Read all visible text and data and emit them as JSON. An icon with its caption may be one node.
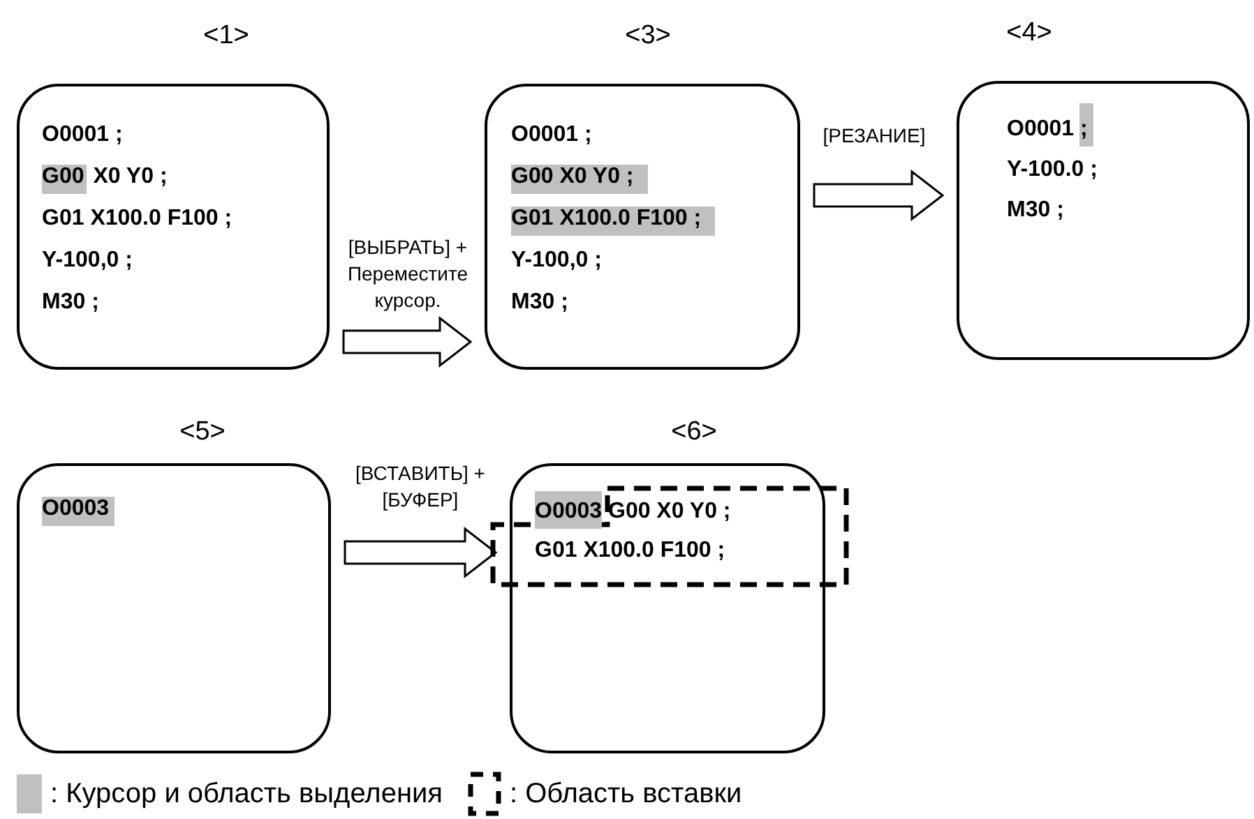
{
  "diagram": {
    "nodes": [
      {
        "text": [
          "<1>",
          "O0001 ;",
          "G00 X0 Y0 ;",
          "G01 X100.0 F100 ;",
          "Y-100,0 ;",
          "M30 ;"
        ]
      },
      {
        "text": [
          "<3>",
          "O0001 ;",
          "G00 X0 Y0 ;",
          "G01 X100.0 F100 ;",
          "Y-100,0 ;",
          "M30 ;"
        ]
      },
      {
        "text": [
          "<4>",
          "O0001 ;",
          "Y-100.0 ;",
          "M30 ;"
        ]
      },
      {
        "text": [
          "<5>",
          "O0003"
        ]
      },
      {
        "text": [
          "<6>",
          "O0003 G00 X0 Y0 ;",
          "G01 X100.0 F100 ;"
        ]
      }
    ],
    "edges": [
      {
        "from": 0,
        "to": 1,
        "arrow": "to",
        "label": "[ВЫБРАТЬ] + Переместите курсор."
      },
      {
        "from": 1,
        "to": 2,
        "arrow": "to",
        "label": "[РЕЗАНИЕ]"
      },
      {
        "from": 3,
        "to": 4,
        "arrow": "to",
        "label": "[ВСТАВИТЬ] + [БУФЕР]"
      }
    ],
    "legend": [
      {
        "text": ": Курсор и область выделения",
        "color": "#c0c0c0"
      },
      {
        "text": ": Область вставки"
      }
    ]
  }
}
